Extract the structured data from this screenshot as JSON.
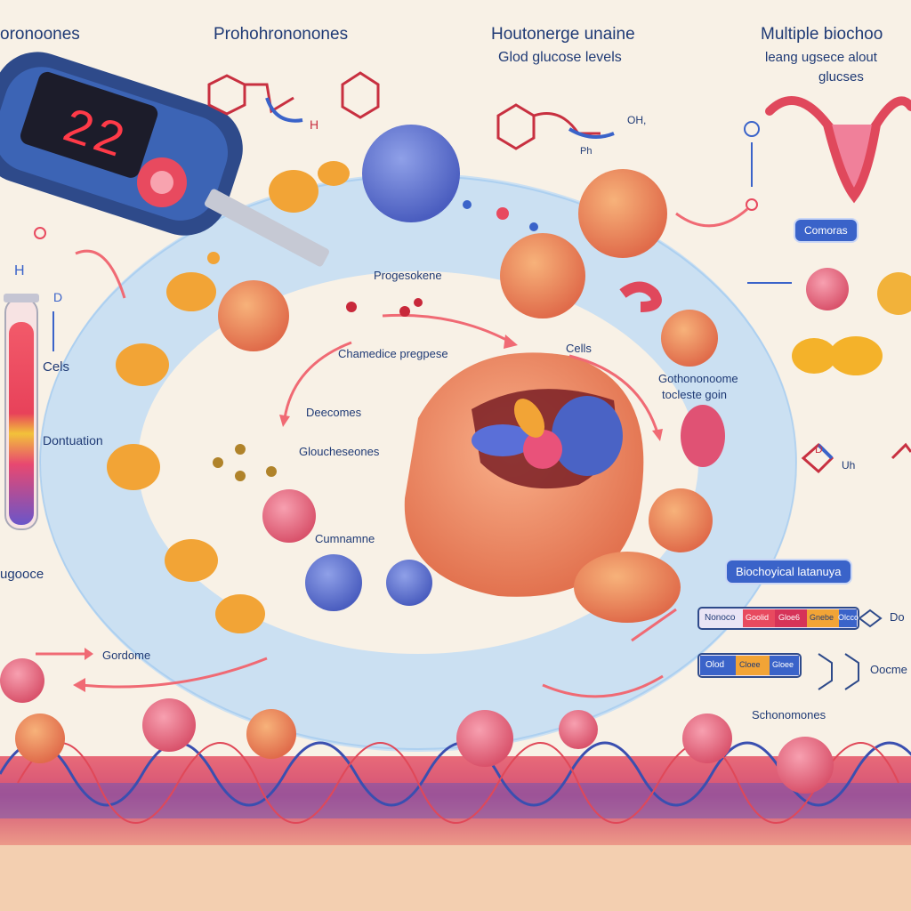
{
  "headings": {
    "top_left": "oronoones",
    "top_center_left": "Prohohrononones",
    "top_center_line1": "Houtonerge unaine",
    "top_center_line2": "Glod glucose levels",
    "top_right_line1": "Multiple biochoo",
    "top_right_line2": "leang ugsece alout",
    "top_right_line3": "glucses"
  },
  "meter": {
    "display": "22"
  },
  "labels": {
    "cells_left": "Cels",
    "dontuation": "Dontuation",
    "gucose": "ugooce",
    "gordome": "Gordome",
    "progesokene": "Progesokene",
    "chamedice": "Chamedice pregpese",
    "deecomes": "Deecomes",
    "gloucheseones": "Gloucheseones",
    "cumnamne": "Cumnamne",
    "cells_center": "Cells",
    "gothononooms_line1": "Gothononoome",
    "gothononooms_line2": "tocleste goin",
    "schonomones": "Schonomones",
    "oocmene": "Oocme",
    "dose_right": "Do",
    "tube_d": "D",
    "tube_h": "H",
    "right_d": "D",
    "right_uh": "Uh",
    "chem_oh": "OH,",
    "chem_ph": "Ph",
    "chem_h": "H"
  },
  "pills": {
    "comoras": "Comoras",
    "biochemical": "Biochoyical latanuya"
  },
  "bar_segments": {
    "row1": [
      "Nonoco",
      "Goolid",
      "Gloe6",
      "Gnebe",
      "Olcco"
    ],
    "row2": [
      "Olod",
      "Cloee",
      "Gloee"
    ]
  },
  "colors": {
    "background": "#f8f1e6",
    "text": "#1f3a75",
    "ring": "#bcd9f5",
    "cell_orange": "#e97f58",
    "cell_blue": "#5a6fc9",
    "accent_red": "#e53d4e",
    "pill_blue": "#3a63c9"
  }
}
